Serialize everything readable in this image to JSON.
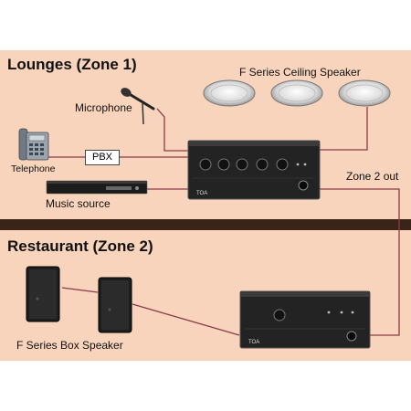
{
  "zones": [
    {
      "title": "Lounges (Zone 1)"
    },
    {
      "title": "Restaurant (Zone 2)"
    }
  ],
  "labels": {
    "ceiling_speaker": "F Series Ceiling Speaker",
    "microphone": "Microphone",
    "telephone": "Telephone",
    "pbx": "PBX",
    "music_source": "Music source",
    "zone2_out": "Zone 2 out",
    "box_speaker": "F Series Box Speaker"
  },
  "devices": {
    "mixer_brand": "TOA",
    "amp_brand": "TOA"
  },
  "colors": {
    "zone_bg": "#f8d4bd",
    "divider": "#3a2418",
    "wire": "#8b3a4a"
  },
  "icons": [
    "ceiling-speaker-icon",
    "microphone-icon",
    "telephone-icon",
    "music-source-icon",
    "mixer-amplifier-icon",
    "power-amplifier-icon",
    "box-speaker-icon"
  ]
}
